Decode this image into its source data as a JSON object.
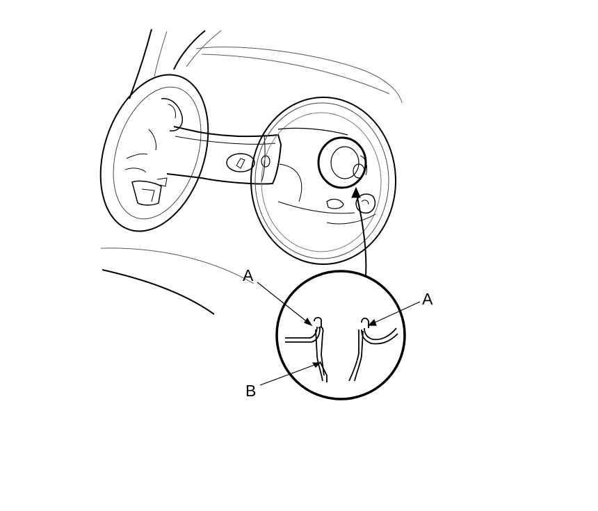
{
  "labels": {
    "a_left": "A",
    "a_right": "A",
    "b": "B"
  },
  "colors": {
    "line": "#000000",
    "thin_line": "#555555",
    "background": "#ffffff"
  }
}
